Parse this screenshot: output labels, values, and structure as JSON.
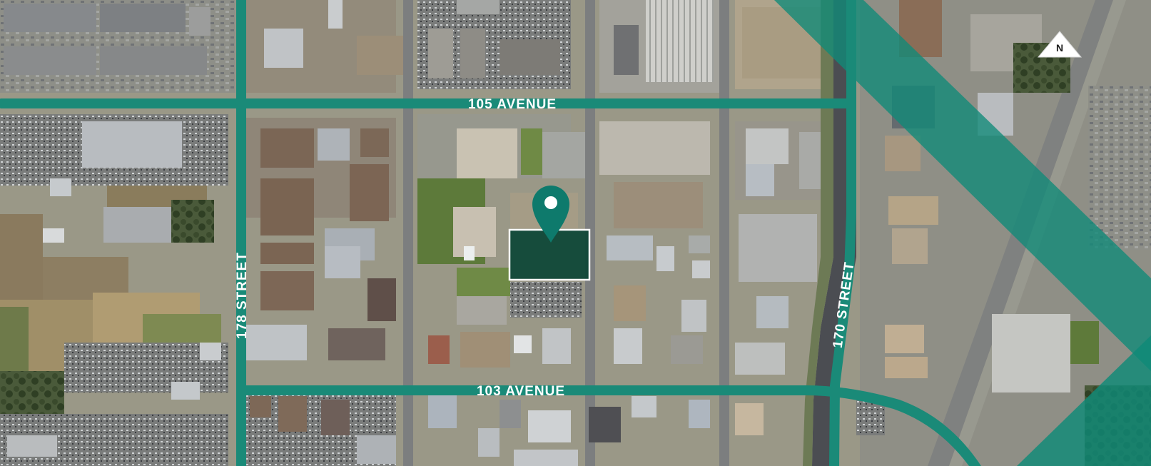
{
  "map": {
    "roads": {
      "avenue_105": "105 AVENUE",
      "avenue_103": "103 AVENUE",
      "street_178": "178 STREET",
      "street_170": "170 STREET"
    },
    "north_indicator": "N",
    "site_marker_icon": "map-pin-icon",
    "colors": {
      "road_overlay": "#1a8a78",
      "pin": "#0e7a6c",
      "parcel_fill": "#0b4535",
      "parcel_border": "#ffffff",
      "diagonal_band": "#0f8a78",
      "ground": "#9a9887"
    }
  }
}
